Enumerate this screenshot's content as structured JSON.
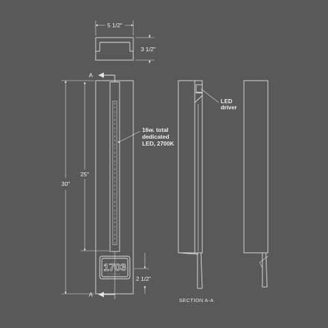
{
  "top_view": {
    "width_dim": "5 1/2\"",
    "depth_dim": "3 1/2\""
  },
  "front_view": {
    "height_dim": "30\"",
    "light_dim": "25\"",
    "plate_dim": "2 1/2\"",
    "section_mark_top": "A",
    "section_mark_bottom": "A",
    "led_note": [
      "16w. total",
      "dedicated",
      "LED, 2700K"
    ],
    "house_number": "1703"
  },
  "side_view": {
    "driver_note": [
      "LED",
      "driver"
    ]
  },
  "section_label": "SECTION A-A"
}
